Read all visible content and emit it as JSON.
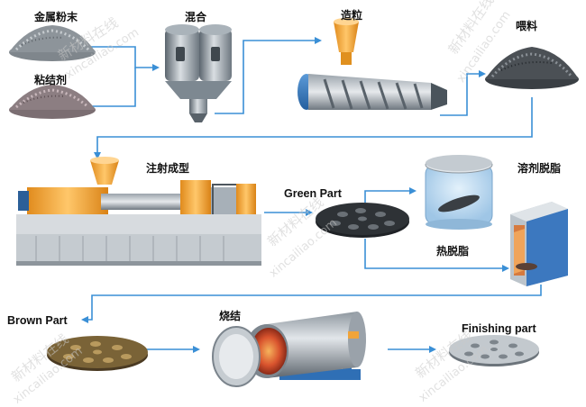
{
  "labels": {
    "metal_powder": "金属粉末",
    "binder": "粘结剂",
    "mixing": "混合",
    "granulation": "造粒",
    "feedstock": "喂料",
    "injection_molding": "注射成型",
    "green_part": "Green Part",
    "solvent_debinding": "溶剂脱脂",
    "thermal_debinding": "热脱脂",
    "brown_part": "Brown Part",
    "sintering": "烧结",
    "finishing_part": "Finishing part"
  },
  "watermark": {
    "cn": "新材料在线",
    "url": "xincailiao.com"
  },
  "colors": {
    "arrow": "#3a8fd6",
    "mixer": "#8c9aa6",
    "hopper": "#f2a23a",
    "barrel_blue": "#2f6fb5",
    "machine_blue": "#3d7fc4",
    "machine_orange": "#f0a43a",
    "furnace_red": "#c8402a"
  }
}
